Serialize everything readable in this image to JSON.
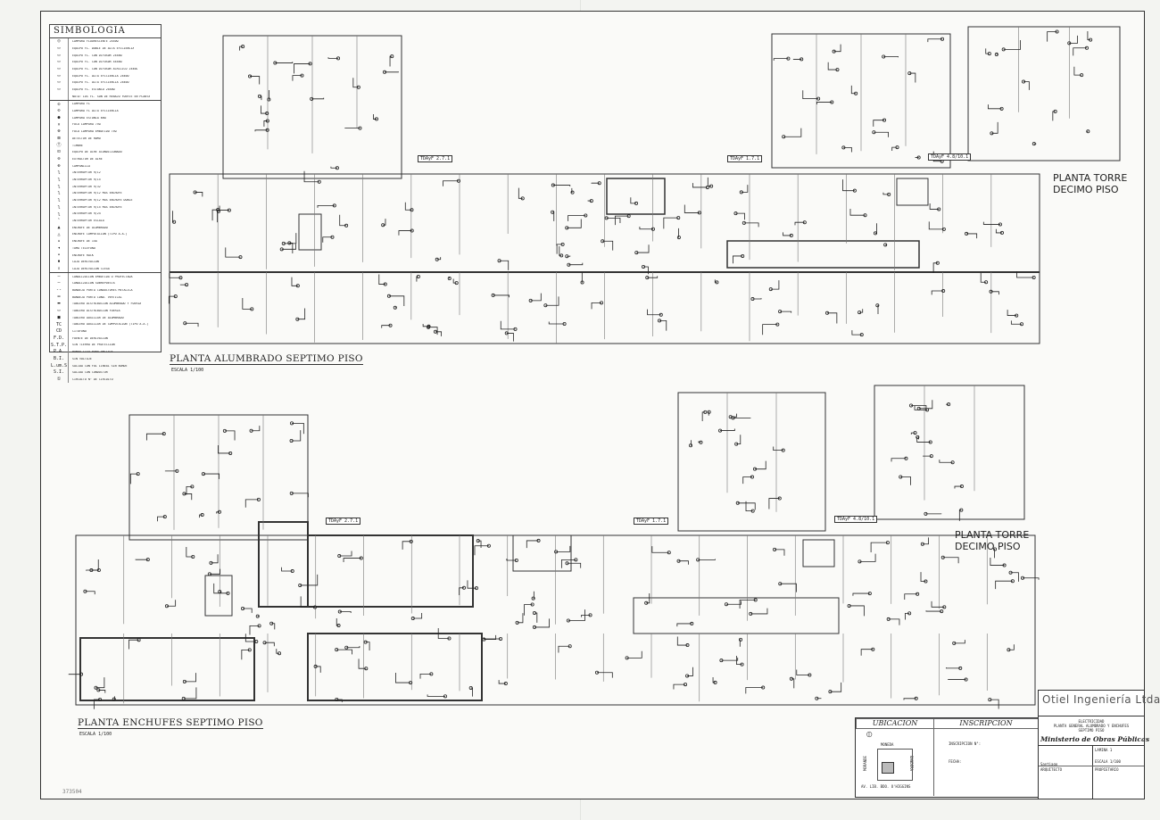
{
  "legend": {
    "title": "SIMBOLOGIA",
    "items": [
      {
        "sym": "◎",
        "label": "LAMPARA FLUORESCENTE 2x40w"
      },
      {
        "sym": "▭",
        "label": "EQUIPO FL. DOBLE DE ALTA EFICIENCIA"
      },
      {
        "sym": "▭",
        "label": "EQUIPO FL. CON DIFUSOR 2x40w"
      },
      {
        "sym": "▭",
        "label": "EQUIPO FL. CON DIFUSOR 4x40w"
      },
      {
        "sym": "▭",
        "label": "EQUIPO FL. CON DIFUSOR ACRILICO 2x40w"
      },
      {
        "sym": "▭",
        "label": "EQUIPO FL. ALTA EFICIENCIA 2x40w"
      },
      {
        "sym": "▭",
        "label": "EQUIPO FL. ALTA EFICIENCIA 2x40w"
      },
      {
        "sym": "▭",
        "label": "EQUIPO FL. ESTANCO 2x40w"
      },
      {
        "sym": "",
        "label": "NOTA: LOS FL. SON DE REBAJO FUERTE EN PLANTA"
      },
      {
        "sym": "⊙",
        "label": "LAMPARA FL"
      },
      {
        "sym": "⊙",
        "label": "LAMPARA FL ALTA EFICIENCIA"
      },
      {
        "sym": "●",
        "label": "LAMPARA ESTANCA 60w"
      },
      {
        "sym": "×",
        "label": "FOCO LAMPARA 75w"
      },
      {
        "sym": "⊗",
        "label": "FOCO LAMPARA EMBUTIDO 75w"
      },
      {
        "sym": "⊠",
        "label": "DETECTOR DE HUMO"
      },
      {
        "sym": "Ⓣ",
        "label": "TIMBRE"
      },
      {
        "sym": "⊡",
        "label": "EQUIPO DE AIRE ACONDICIONADO"
      },
      {
        "sym": "⊖",
        "label": "EXTRACTOR DE AIRE"
      },
      {
        "sym": "⊕",
        "label": "CAMPANILLA"
      },
      {
        "sym": "ʅ",
        "label": "INTERRUPTOR 9/12"
      },
      {
        "sym": "ʅ",
        "label": "INTERRUPTOR 9/15"
      },
      {
        "sym": "ʅ",
        "label": "INTERRUPTOR 9/32"
      },
      {
        "sym": "ʅ",
        "label": "INTERRUPTOR 9/12 MAS ENCHUFE"
      },
      {
        "sym": "ʅ",
        "label": "INTERRUPTOR 9/12 MAS ENCHUFE DOBLE"
      },
      {
        "sym": "ʅ",
        "label": "INTERRUPTOR 9/15 MAS ENCHUFE"
      },
      {
        "sym": "ʅ",
        "label": "INTERRUPTOR 9/24"
      },
      {
        "sym": "ˡ",
        "label": "INTERRUPTOR ESCALA"
      },
      {
        "sym": "▲",
        "label": "ENCHUFE DE ALUMBRADO"
      },
      {
        "sym": "△",
        "label": "ENCHUFE COMPUTACION (TIPO A.A.)"
      },
      {
        "sym": "▴",
        "label": "ENCHUFE DE 15A"
      },
      {
        "sym": "◂",
        "label": "TOMA TELEFONO"
      },
      {
        "sym": "•",
        "label": "ENCHUFE RACK"
      },
      {
        "sym": "▪",
        "label": "CAJA DERIVACION"
      },
      {
        "sym": "▫",
        "label": "CAJA DERIVACION CIEGA"
      },
      {
        "sym": "—",
        "label": "CANALIZACION EMBUTIDA O PROYECTADA"
      },
      {
        "sym": "—",
        "label": "CANALIZACION SOBREPUESTA"
      },
      {
        "sym": "--",
        "label": "BANDEJA PORTA CONDUCTORES METALICA"
      },
      {
        "sym": "═",
        "label": "BANDEJA PORTA COND. VERTICAL"
      },
      {
        "sym": "▬",
        "label": "TABLERO DISTRIBUCION ALUMBRADO Y FUERZA"
      },
      {
        "sym": "▭",
        "label": "TABLERO DISTRIBUCION FUERZA"
      },
      {
        "sym": "■",
        "label": "TABLERO AUXILIAR DE ALUMBRADO"
      },
      {
        "sym": "TC",
        "label": "TABLERO AUXILIAR DE COMPUTACION (TIPO A.A.)"
      },
      {
        "sym": "CD",
        "label": "CITOFONO"
      },
      {
        "sym": "F.D.",
        "label": "FUENTE DE DERIVACION"
      },
      {
        "sym": "S.T.P.",
        "label": "SIN TIERRA DE PROTECCION"
      },
      {
        "sym": "P.A.",
        "label": "BANDA LISA PARA ANCLAJE"
      },
      {
        "sym": "B.I.",
        "label": "SIN VOLTAJE"
      },
      {
        "sym": "L.um.S",
        "label": "SALIDA CON FOL LINEAL SIN BORDE"
      },
      {
        "sym": "S.I.",
        "label": "SALIDA CON CONDUCTOR"
      },
      {
        "sym": "①",
        "label": "CIRCUITO N° DE CIRCUITO"
      }
    ]
  },
  "plans": {
    "top": {
      "title": "PLANTA ALUMBRADO SEPTIMO PISO",
      "scale": "ESCALA 1/100",
      "tower": [
        "PLANTA TORRE",
        "DECIMO PISO"
      ],
      "tags": [
        "TDAyF 2.7.1",
        "TDAyF 1.7.1",
        "TDAyF 4.8/10.1"
      ]
    },
    "bottom": {
      "title": "PLANTA ENCHUFES SEPTIMO PISO",
      "scale": "ESCALA 1/100",
      "tower": [
        "PLANTA TORRE",
        "DECIMO PISO"
      ],
      "tags": [
        "TDAyF 2.7.1",
        "TDAyF 1.7.1",
        "TDAyF 4.8/10.1"
      ]
    }
  },
  "title_block": {
    "company": "Otiel Ingeniería Ltda.",
    "discipline": "ELECTRICIDAD",
    "sheet_desc": "PLANTA GENERAL ALUMBRADO Y ENCHUFES",
    "floor": "SEPTIMO PISO",
    "client": "Ministerio de Obras Públicas",
    "location": {
      "header": "UBICACION",
      "north": "MONEDA",
      "east": "BANDERA",
      "west": "MORANDE",
      "south": "AV. LIB. BDO. O'HIGGINS"
    },
    "inscription": {
      "header": "INSCRIPCION",
      "number": "INSCRIPCION N°:",
      "date": "FECHA:"
    },
    "fields": {
      "scale": "ESCALA 1/100",
      "dwg": "LAMINA 1",
      "city": "Santiago",
      "arch": "ARQUITECTO",
      "owner": "PROPIETARIO"
    }
  },
  "stamp": "373504"
}
